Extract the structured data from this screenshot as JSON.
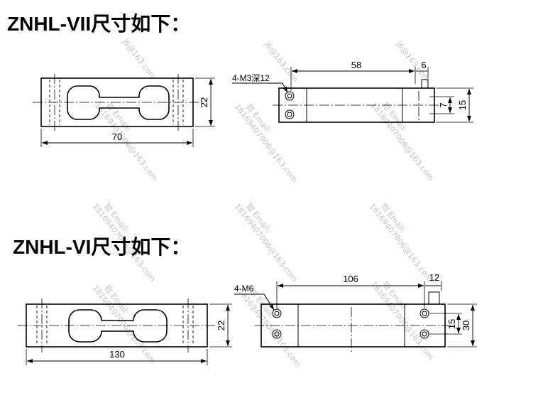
{
  "models": [
    {
      "heading": "ZNHL-VII尺寸如下：",
      "top_view": {
        "width_dim": "22",
        "length_dim": "70"
      },
      "side_view": {
        "thread_note": "4-M3深12",
        "hole_pitch_dim": "58",
        "tab_dim": "6",
        "hole_spacing_dim": "7",
        "height_dim": "15"
      }
    },
    {
      "heading": "ZNHL-VI尺寸如下：",
      "top_view": {
        "width_dim": "22",
        "length_dim": "130"
      },
      "side_view": {
        "thread_note": "4-M6",
        "hole_pitch_dim": "106",
        "tab_dim": "12",
        "hole_spacing_dim": "15",
        "height_dim": "30"
      }
    }
  ],
  "watermark": {
    "label": "钳 Email:",
    "address": "18169407006@163.com",
    "cropped_address": "j6@163.com"
  },
  "colors": {
    "line": "#000000",
    "watermark": "#c4c4c4",
    "background": "#ffffff"
  }
}
